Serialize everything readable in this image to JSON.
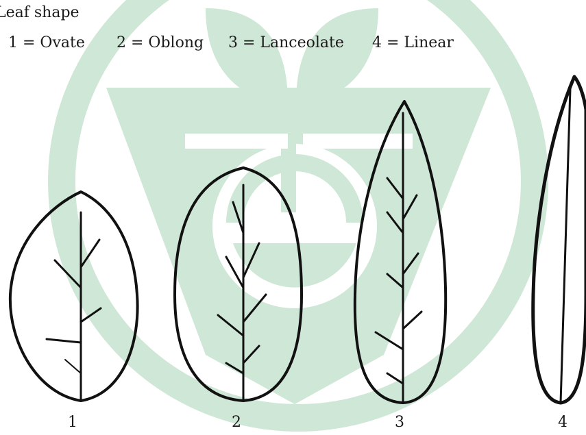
{
  "title": "Leaf shape",
  "legend": [
    {
      "code": "1 = Ovate"
    },
    {
      "code": "2 = Oblong"
    },
    {
      "code": "3 = Lanceolate"
    },
    {
      "code": "4 = Linear"
    }
  ],
  "leaves": [
    {
      "number": "1",
      "shape": "ovate"
    },
    {
      "number": "2",
      "shape": "oblong"
    },
    {
      "number": "3",
      "shape": "lanceolate"
    },
    {
      "number": "4",
      "shape": "linear"
    }
  ],
  "colors": {
    "watermark": "#cfe7d6",
    "outline": "#111111"
  },
  "watermark_icon": "seedling-pot-logo"
}
